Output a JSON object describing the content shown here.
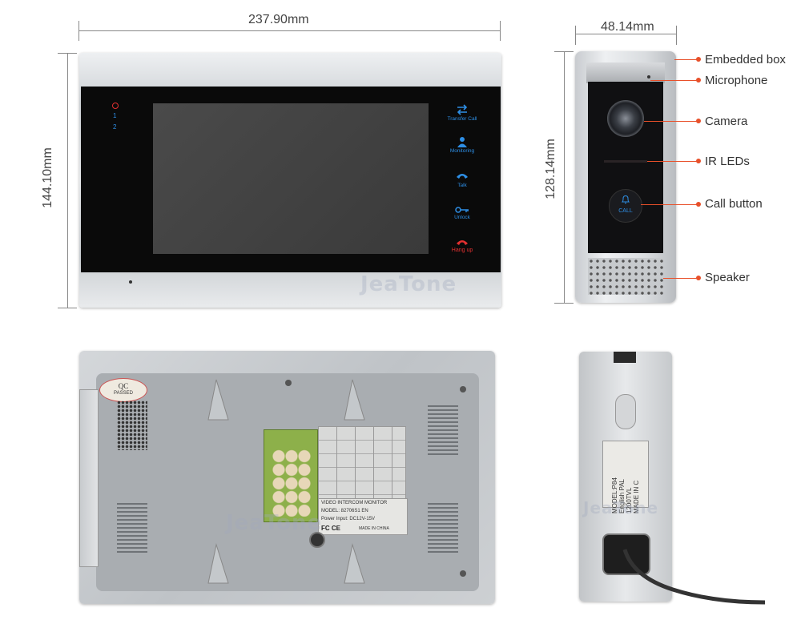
{
  "dimensions": {
    "monitor_width": "237.90mm",
    "monitor_height": "144.10mm",
    "doorbell_width": "48.14mm",
    "doorbell_height": "128.14mm"
  },
  "monitor_front": {
    "indicators": [
      "1",
      "2"
    ],
    "buttons": [
      {
        "label": "Transfer Call",
        "icon": "transfer-icon"
      },
      {
        "label": "Monitoring",
        "icon": "person-icon"
      },
      {
        "label": "Talk",
        "icon": "phone-icon"
      },
      {
        "label": "Unlock",
        "icon": "key-icon"
      },
      {
        "label": "Hang up",
        "icon": "hangup-icon"
      }
    ],
    "watermark": "JeaTone"
  },
  "doorbell_front": {
    "call_label": "CALL",
    "callouts": [
      "Embedded box",
      "Microphone",
      "Camera",
      "IR LEDs",
      "Call button",
      "Speaker"
    ]
  },
  "monitor_back": {
    "qc_label": "QC",
    "qc_sub": "PASSED",
    "label_lines": [
      "VIDEO INTERCOM MONITOR",
      "MODEL: 82706S1 EN",
      "Power Input: DC12V-15V",
      "MADE IN CHINA"
    ],
    "cert": "FC CE",
    "watermark": "JeaTone"
  },
  "doorbell_back": {
    "label_lines": [
      "MODEL:P84",
      "English PAL",
      "1200TVL",
      "MADE IN C"
    ],
    "watermark": "JeaTone"
  },
  "colors": {
    "accent_blue": "#2e8fe6",
    "callout_red": "#e8502a",
    "hangup_red": "#e23030"
  }
}
